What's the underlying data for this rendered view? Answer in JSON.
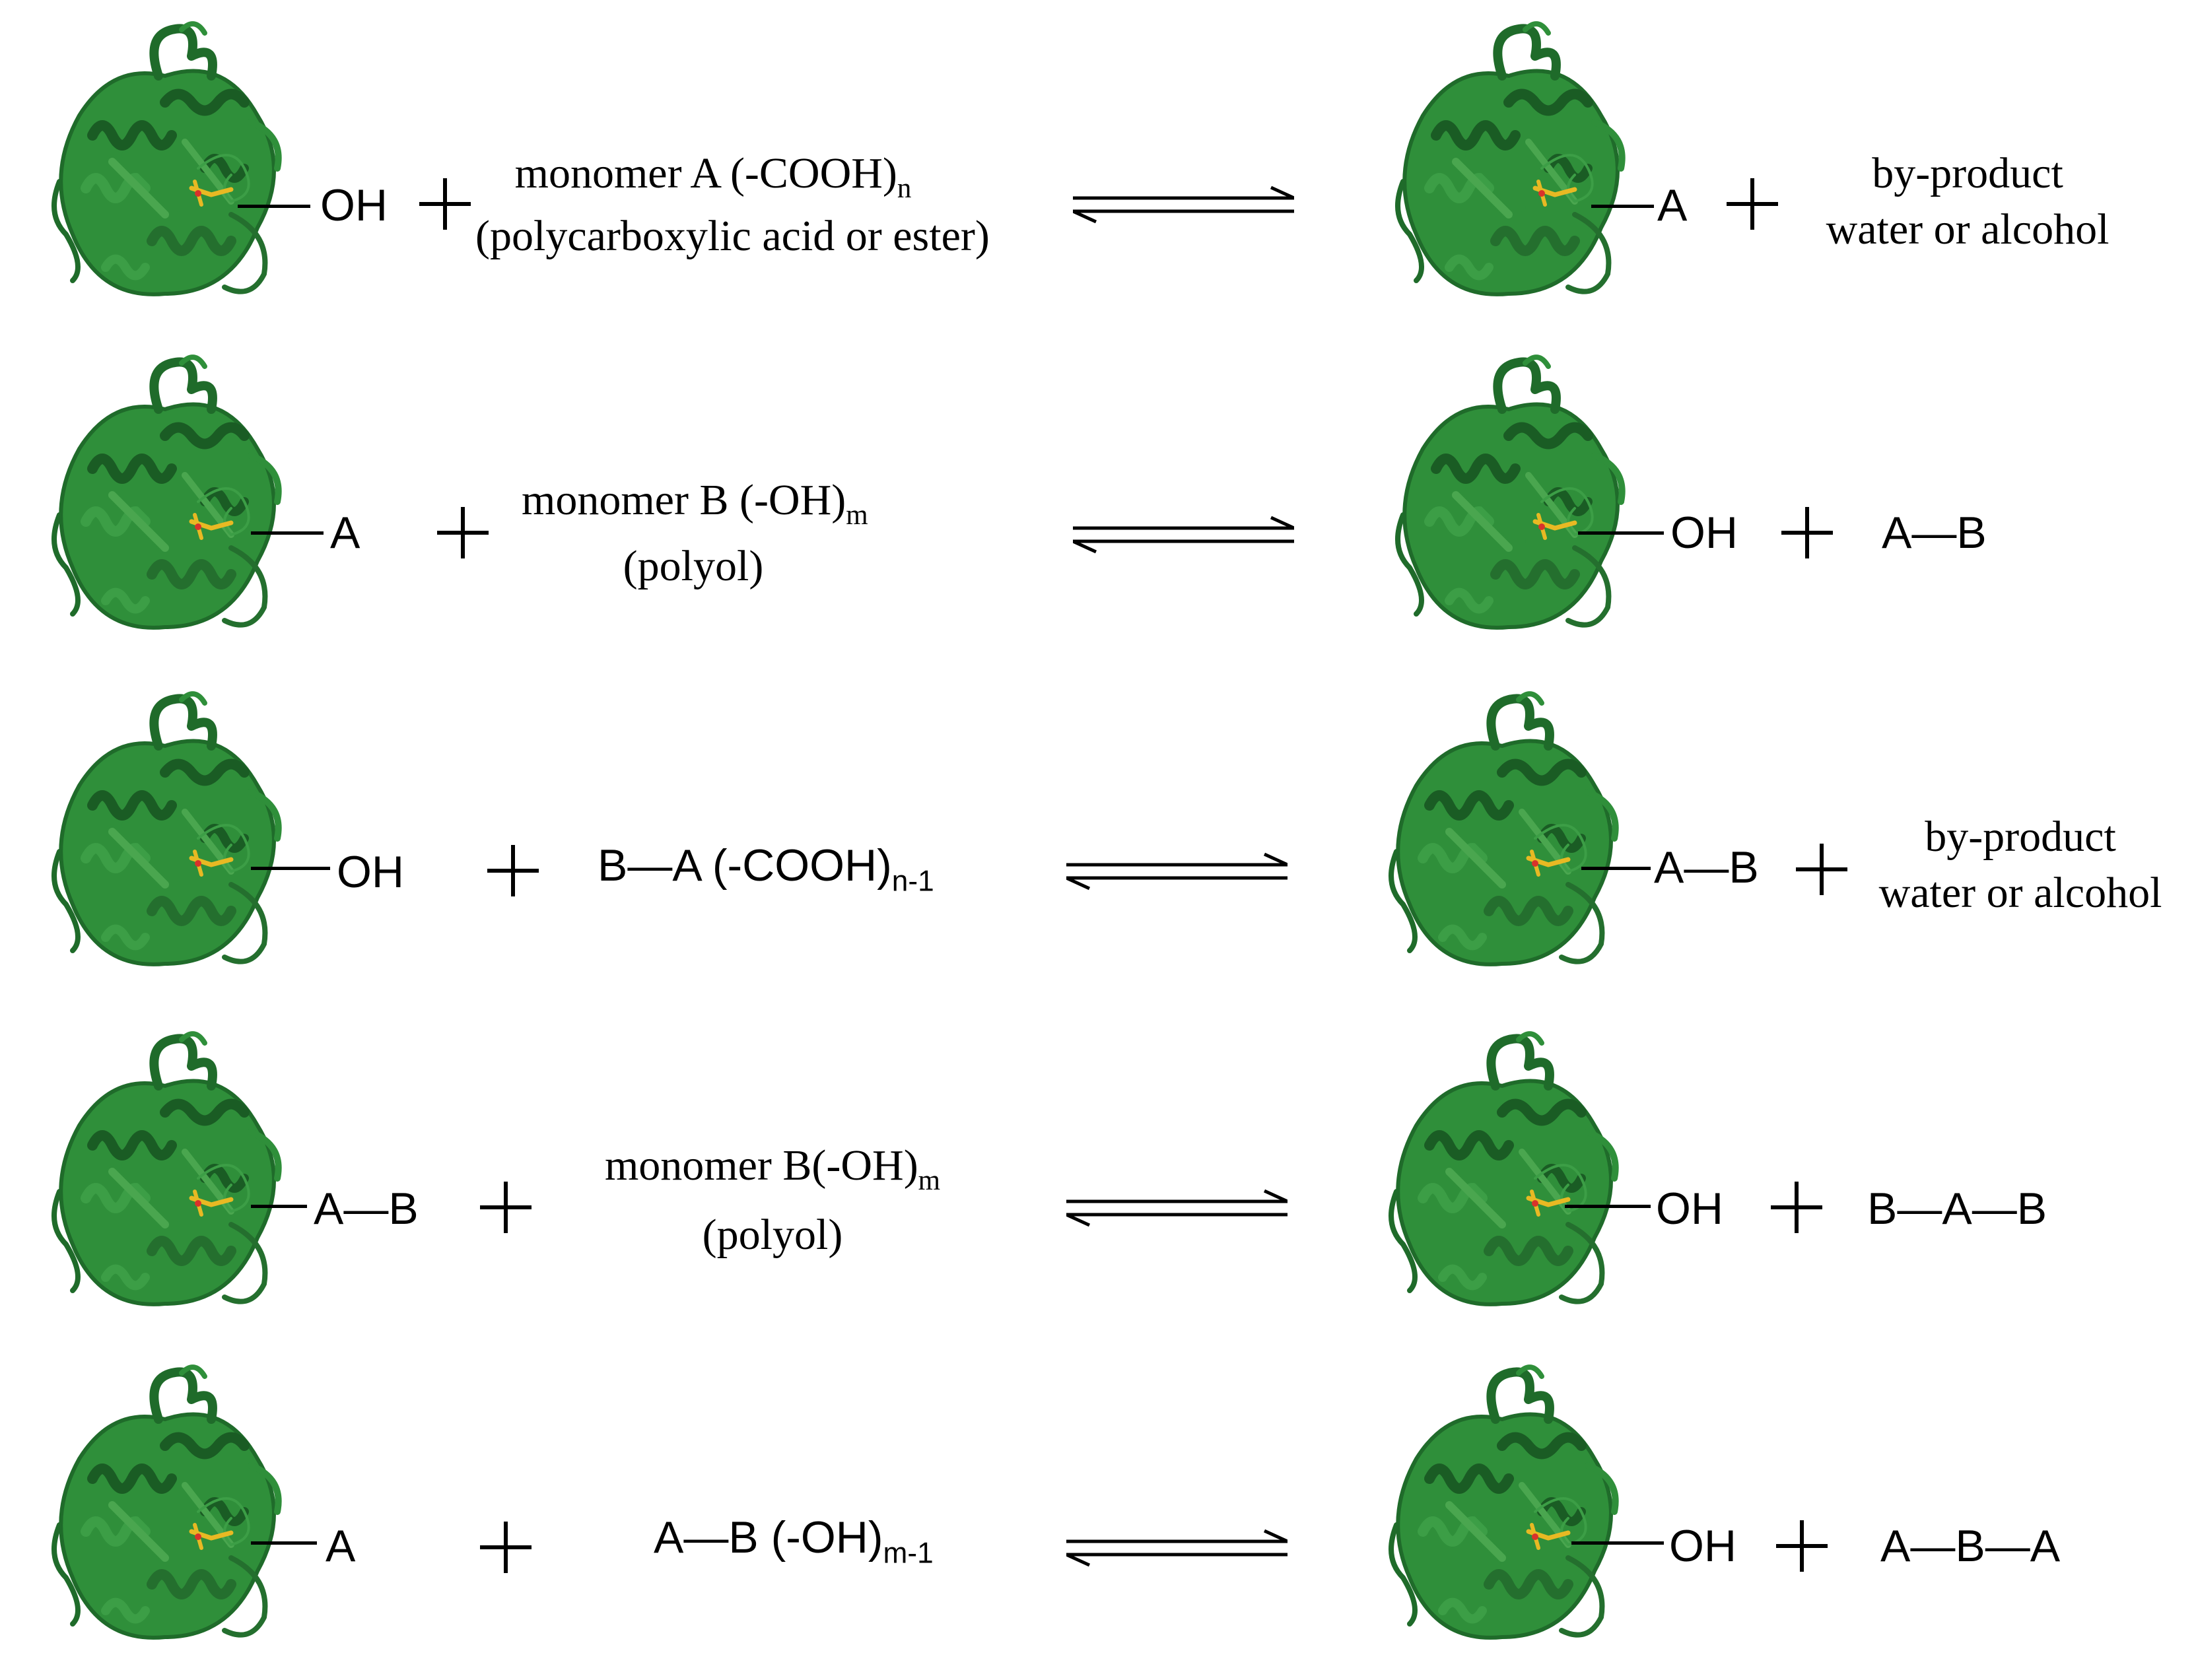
{
  "reactions": [
    {
      "left_group": "OH",
      "reagent_line1": "monomer A (-COOH)",
      "reagent_line1_sub": "n",
      "reagent_line2": "(polycarboxylic acid or ester)",
      "right_group": "A",
      "byproduct_line1": "by-product",
      "byproduct_line2": "water or alcohol"
    },
    {
      "left_group": "A",
      "reagent_line1": "monomer B (-OH)",
      "reagent_line1_sub": "m",
      "reagent_line2": "(polyol)",
      "right_group": "OH",
      "product": "A—B"
    },
    {
      "left_group": "OH",
      "reagent": "B—A (-COOH)",
      "reagent_sub": "n-1",
      "right_group": "A—B",
      "byproduct_line1": "by-product",
      "byproduct_line2": "water or alcohol"
    },
    {
      "left_group": "A—B",
      "reagent_line1": "monomer B(-OH)",
      "reagent_line1_sub": "m",
      "reagent_line2": "(polyol)",
      "right_group": "OH",
      "product": "B—A—B"
    },
    {
      "left_group": "A",
      "reagent": "A—B (-OH)",
      "reagent_sub": "m-1",
      "right_group": "OH",
      "product": "A—B—A"
    }
  ],
  "colors": {
    "protein_dark": "#1f6b2a",
    "protein_mid": "#2f8f3a",
    "protein_light": "#4aa64f",
    "active_site": "#e8b923"
  },
  "icons": [
    "enzyme-structure-icon",
    "plus-icon",
    "equilibrium-arrow-icon"
  ]
}
